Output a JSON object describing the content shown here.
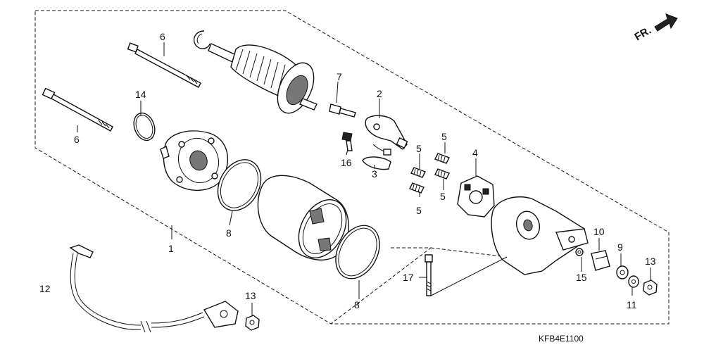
{
  "diagram": {
    "orientation_label": "FR.",
    "diagram_code": "KFB4E1100",
    "callouts": [
      {
        "id": "c6a",
        "text": "6"
      },
      {
        "id": "c6b",
        "text": "6"
      },
      {
        "id": "c14",
        "text": "14"
      },
      {
        "id": "c7",
        "text": "7"
      },
      {
        "id": "c2",
        "text": "2"
      },
      {
        "id": "c16",
        "text": "16"
      },
      {
        "id": "c3",
        "text": "3"
      },
      {
        "id": "c5a",
        "text": "5"
      },
      {
        "id": "c5b",
        "text": "5"
      },
      {
        "id": "c5c",
        "text": "5"
      },
      {
        "id": "c5d",
        "text": "5"
      },
      {
        "id": "c4",
        "text": "4"
      },
      {
        "id": "c8a",
        "text": "8"
      },
      {
        "id": "c8b",
        "text": "8"
      },
      {
        "id": "c1",
        "text": "1"
      },
      {
        "id": "c12",
        "text": "12"
      },
      {
        "id": "c13a",
        "text": "13"
      },
      {
        "id": "c17",
        "text": "17"
      },
      {
        "id": "c10",
        "text": "10"
      },
      {
        "id": "c9",
        "text": "9"
      },
      {
        "id": "c13b",
        "text": "13"
      },
      {
        "id": "c15",
        "text": "15"
      },
      {
        "id": "c11",
        "text": "11"
      }
    ]
  }
}
